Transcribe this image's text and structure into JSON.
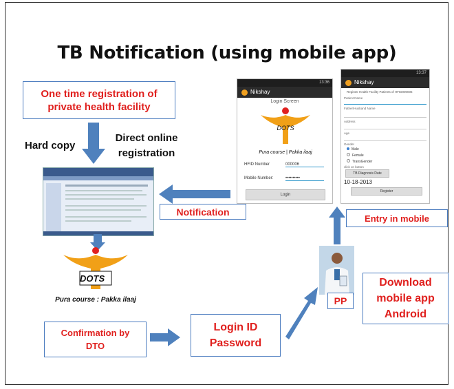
{
  "title": "TB Notification (using mobile app)",
  "boxes": {
    "registration": "One time registration of private health facility",
    "notification": "Notification",
    "entry_mobile": "Entry in mobile",
    "download": "Download mobile app Android",
    "pp": "PP",
    "login": "Login ID Password",
    "confirmation": "Confirmation by DTO"
  },
  "labels": {
    "hard_copy": "Hard copy",
    "direct_online": "Direct online registration"
  },
  "logo": {
    "text": "DOTS",
    "tagline": "Pura course : Pakka ilaaj"
  },
  "login_phone": {
    "app_name": "Nikshay",
    "screen_title": "Login Screen",
    "hfid_label": "HFID Number",
    "hfid_value": "000006",
    "mobile_label": "Mobile Number:",
    "mobile_value": "••••••••••",
    "login_button": "Login",
    "status_time": "13:36"
  },
  "register_phone": {
    "app_name": "Nikshay",
    "header": "Register Health Facility Patients of HFID000006",
    "fields": [
      "Patient Name",
      "Father/Husband Name",
      "Address",
      "Age",
      "Gender"
    ],
    "gender_options": [
      "Male",
      "Female",
      "TransGender"
    ],
    "click_on_button": "click on button",
    "diagnosis_button": "TB Diagnosis Date",
    "date": "10-18-2013",
    "register_button": "Register",
    "status_time": "13:37"
  },
  "colors": {
    "arrow": "#4f81bd",
    "accent_red": "#e0201e",
    "box_border": "#4a7bbf"
  }
}
